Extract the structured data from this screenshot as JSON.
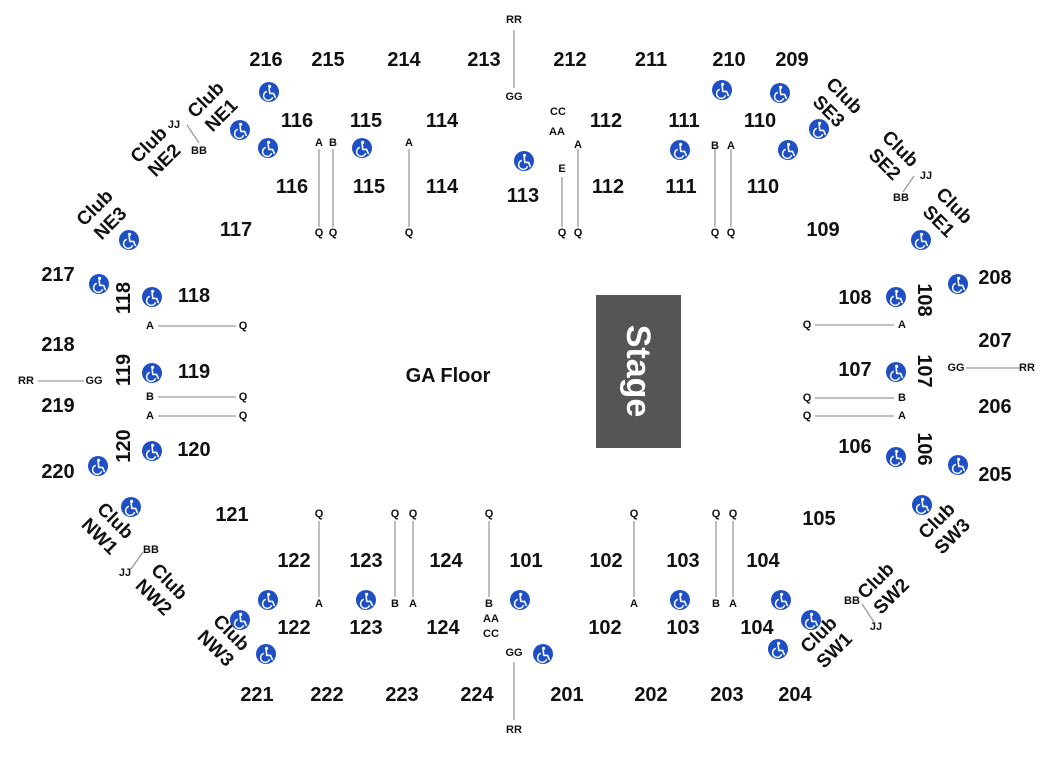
{
  "venue_map": {
    "stage_label": "Stage",
    "ga_floor_label": "GA Floor",
    "accessible_icon": "wheelchair-icon",
    "accessible_color": "#1e4fc4",
    "stage_color": "#555555",
    "upper_sections": [
      "216",
      "215",
      "214",
      "213",
      "212",
      "211",
      "210",
      "209",
      "217",
      "218",
      "219",
      "220",
      "208",
      "207",
      "206",
      "205",
      "221",
      "222",
      "223",
      "224",
      "201",
      "202",
      "203",
      "204"
    ],
    "lower_sections": [
      "116",
      "115",
      "114",
      "112",
      "111",
      "110",
      "113",
      "117",
      "109",
      "118",
      "119",
      "120",
      "108",
      "107",
      "106",
      "121",
      "105",
      "122",
      "123",
      "124",
      "101",
      "102",
      "103",
      "104"
    ],
    "clubs": [
      "Club NE1",
      "Club NE2",
      "Club NE3",
      "Club SE1",
      "Club SE2",
      "Club SE3",
      "Club NW1",
      "Club NW2",
      "Club NW3",
      "Club SW1",
      "Club SW2",
      "Club SW3"
    ],
    "row_labels": [
      "A",
      "B",
      "E",
      "Q",
      "AA",
      "BB",
      "CC",
      "GG",
      "JJ",
      "RR"
    ]
  }
}
